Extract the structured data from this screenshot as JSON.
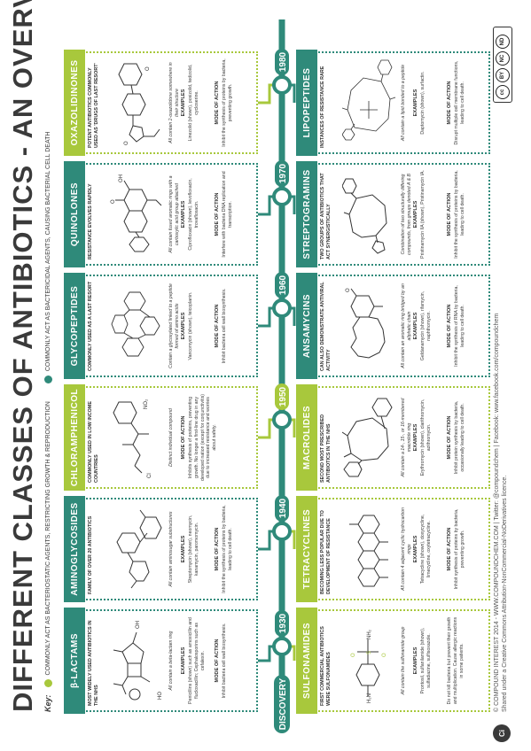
{
  "title": "DIFFERENT CLASSES OF ANTIBIOTICS - AN OVERVIEW",
  "key": {
    "label": "Key:",
    "green": "COMMONLY ACT AS BACTERIOSTATIC AGENTS, RESTRICTING GROWTH & REPRODUCTION",
    "teal": "COMMONLY ACT AS BACTERICIDAL AGENTS, CAUSING BACTERIAL CELL DEATH",
    "green_color": "#a8c83c",
    "teal_color": "#2f8a7a"
  },
  "timeline": {
    "start": "DISCOVERY",
    "years": [
      "1930",
      "1940",
      "1950",
      "1960",
      "1970",
      "1980"
    ]
  },
  "top_cards": [
    {
      "name": "β-LACTAMS",
      "color": "teal",
      "subtitle": "MOST WIDELY USED ANTIBIOTICS IN THE NHS",
      "desc": "All contain a beta-lactam ring",
      "examples_h": "EXAMPLES",
      "examples": "Penicillins (shown) such as amoxicillin and flucloxacillin; Cephalosporins such as cefalexin.",
      "mode_h": "MODE OF ACTION",
      "mode": "Inhibit bacteria cell wall biosynthesis."
    },
    {
      "name": "AMINOGLYCOSIDES",
      "color": "teal",
      "subtitle": "FAMILY OF OVER 20 ANTIBIOTICS",
      "desc": "All contain aminosugar substructures",
      "examples_h": "EXAMPLES",
      "examples": "Streptomycin (shown), neomycin, kanamycin, paromomycin.",
      "mode_h": "MODE OF ACTION",
      "mode": "Inhibit the synthesis of proteins by bacteria, leading to cell death."
    },
    {
      "name": "CHLORAMPHENICOL",
      "color": "green",
      "subtitle": "COMMONLY USED IN LOW INCOME COUNTRIES",
      "desc": "Distinct individual compound",
      "examples_h": "",
      "examples": "",
      "mode_h": "MODE OF ACTION",
      "mode": "Inhibits synthesis of proteins, preventing growth. No longer a first-line drug in any developed nation (except for conjunctivitis) due to increased resistance and worries about safety."
    },
    {
      "name": "GLYCOPEPTIDES",
      "color": "teal",
      "subtitle": "COMMONLY USED AS A LAST RESORT",
      "desc": "Contain a glycosylated linked to a peptide formed of amino acids",
      "examples_h": "EXAMPLES",
      "examples": "Vancomycin (shown), teicoplanin.",
      "mode_h": "MODE OF ACTION",
      "mode": "Inhibit bacteria cell wall biosynthesis."
    },
    {
      "name": "QUINOLONES",
      "color": "teal",
      "subtitle": "RESISTANCE EVOLVES RAPIDLY",
      "desc": "All contain fused aromatic rings with a carboxylic acid group attached",
      "examples_h": "EXAMPLES",
      "examples": "Ciprofloxacin (shown), levofloxacin, trovafloxacin.",
      "mode_h": "MODE OF ACTION",
      "mode": "Interfere with bacteria DNA replication and transcription."
    },
    {
      "name": "OXAZOLIDINONES",
      "color": "green",
      "subtitle": "POTENT ANTIBIOTICS COMMONLY USED AS 'DRUGS OF LAST RESORT'",
      "desc": "All contain 2-oxazolidone somewhere in their structure",
      "examples_h": "EXAMPLES",
      "examples": "Linezolid (shown), posizolid, tedizolid, cycloserine.",
      "mode_h": "MODE OF ACTION",
      "mode": "Inhibit the synthesis of proteins by bacteria, preventing growth."
    }
  ],
  "bottom_cards": [
    {
      "name": "SULFONAMIDES",
      "color": "green",
      "subtitle": "FIRST COMMERCIAL ANTIBIOTICS WERE SULFONAMIDES",
      "desc": "All contain the sulfonamide group",
      "examples_h": "EXAMPLES",
      "examples": "Prontosil, sulfanilamide (shown), sulfadiazine, sulfisoxazole.",
      "mode_h": "",
      "mode": "Do not kill bacteria but prevent their growth and multiplication. Cause allergic reactions in some patients."
    },
    {
      "name": "TETRACYCLINES",
      "color": "green",
      "subtitle": "BECOMING LESS POPULAR DUE TO DEVELOPMENT OF RESISTANCE",
      "desc": "All contain 4 adjacent cyclic hydrocarbon rings",
      "examples_h": "EXAMPLES",
      "examples": "Tetracycline (shown), doxycycline, limecycline, oxytetracycline.",
      "mode_h": "MODE OF ACTION",
      "mode": "Inhibit synthesis of proteins by bacteria, preventing growth."
    },
    {
      "name": "MACROLIDES",
      "color": "green",
      "subtitle": "SECOND MOST PRESCRIBED ANTIBIOTICS IN THE NHS",
      "desc": "All contain a 14-, 15-, or 16-membered macrolide ring",
      "examples_h": "EXAMPLES",
      "examples": "Erythromycin (shown), clarithromycin, azithromycin.",
      "mode_h": "MODE OF ACTION",
      "mode": "Inhibit protein synthesis by bacteria, occasionally leading to cell death."
    },
    {
      "name": "ANSAMYCINS",
      "color": "teal",
      "subtitle": "CAN ALSO DEMONSTRATE ANTIVIRAL ACTIVITY",
      "desc": "All contain an aromatic ring bridged by an aliphatic chain",
      "examples_h": "EXAMPLES",
      "examples": "Geldanamycin (shown), rifamycin, naphthomycin.",
      "mode_h": "MODE OF ACTION",
      "mode": "Inhibit the synthesis of RNA by bacteria, leading to cell death."
    },
    {
      "name": "STREPTOGRAMINS",
      "color": "teal",
      "subtitle": "TWO GROUPS OF ANTIBIOTICS THAT ACT SYNERGISTICALLY",
      "desc": "Combination of two structurally differing compounds, from groups denoted A & B",
      "examples_h": "EXAMPLES",
      "examples": "Pristinamycin IIA (shown), Pristinamycin IA.",
      "mode_h": "MODE OF ACTION",
      "mode": "Inhibit the synthesis of proteins by bacteria, leading to cell death."
    },
    {
      "name": "LIPOPEPTIDES",
      "color": "teal",
      "subtitle": "INSTANCES OF RESISTANCE RARE",
      "desc": "All contain a lipid bonded to a peptide",
      "examples_h": "EXAMPLES",
      "examples": "Daptomycin (shown), surfactin.",
      "mode_h": "MODE OF ACTION",
      "mode": "Disrupt multiple cell membrane functions, leading to cell death."
    }
  ],
  "footer": {
    "line1": "© COMPOUND INTEREST 2014 - WWW.COMPOUNDCHEM.COM | Twitter: @compoundchem | Facebook: www.facebook.com/compoundchem",
    "line2": "Shared under a Creative Commons Attribution-NonCommercial-NoDerivatives licence.",
    "logo": "Ci"
  },
  "license_badges": [
    "cc",
    "BY",
    "NC",
    "ND"
  ]
}
